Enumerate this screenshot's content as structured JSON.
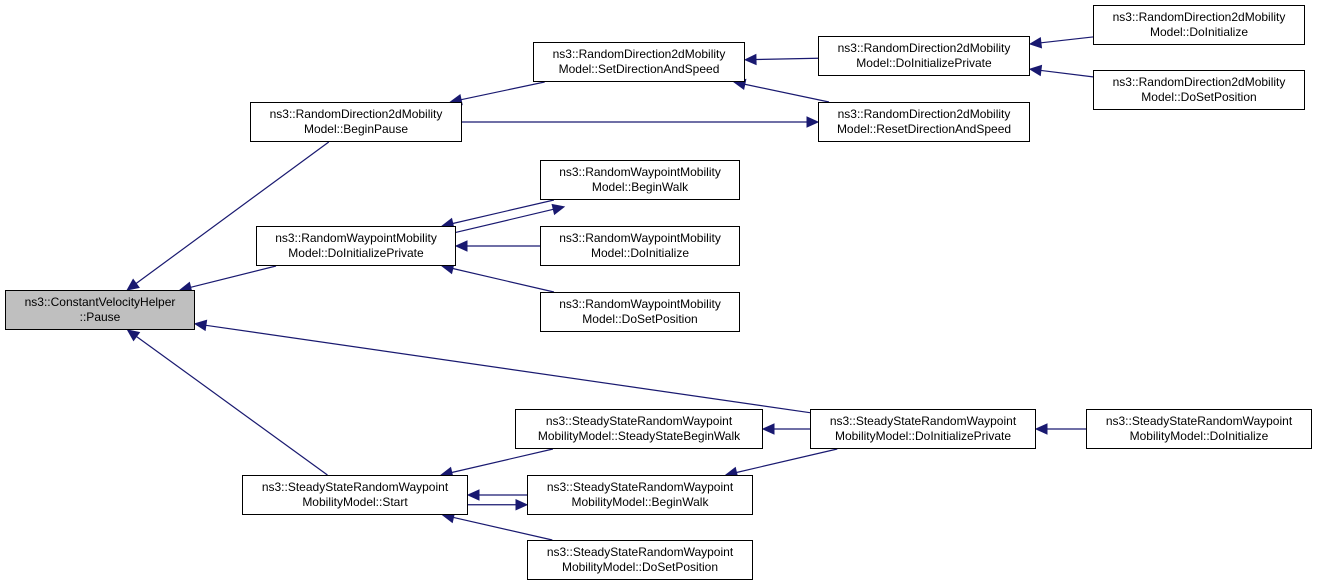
{
  "colors": {
    "edge": "#191970",
    "node_border": "#000000",
    "root_fill": "#bfbfbf",
    "node_fill": "#ffffff"
  },
  "nodes": {
    "cvh_pause": {
      "line1": "ns3::ConstantVelocityHelper",
      "line2": "::Pause"
    },
    "rd_beginpause": {
      "line1": "ns3::RandomDirection2dMobility",
      "line2": "Model::BeginPause"
    },
    "rd_setdir": {
      "line1": "ns3::RandomDirection2dMobility",
      "line2": "Model::SetDirectionAndSpeed"
    },
    "rd_doinitpriv": {
      "line1": "ns3::RandomDirection2dMobility",
      "line2": "Model::DoInitializePrivate"
    },
    "rd_doinit": {
      "line1": "ns3::RandomDirection2dMobility",
      "line2": "Model::DoInitialize"
    },
    "rd_dosetpos": {
      "line1": "ns3::RandomDirection2dMobility",
      "line2": "Model::DoSetPosition"
    },
    "rd_resetdir": {
      "line1": "ns3::RandomDirection2dMobility",
      "line2": "Model::ResetDirectionAndSpeed"
    },
    "rw_doinitpriv": {
      "line1": "ns3::RandomWaypointMobility",
      "line2": "Model::DoInitializePrivate"
    },
    "rw_beginwalk": {
      "line1": "ns3::RandomWaypointMobility",
      "line2": "Model::BeginWalk"
    },
    "rw_doinit": {
      "line1": "ns3::RandomWaypointMobility",
      "line2": "Model::DoInitialize"
    },
    "rw_dosetpos": {
      "line1": "ns3::RandomWaypointMobility",
      "line2": "Model::DoSetPosition"
    },
    "ss_start": {
      "line1": "ns3::SteadyStateRandomWaypoint",
      "line2": "MobilityModel::Start"
    },
    "ss_steadybeginwalk": {
      "line1": "ns3::SteadyStateRandomWaypoint",
      "line2": "MobilityModel::SteadyStateBeginWalk"
    },
    "ss_beginwalk": {
      "line1": "ns3::SteadyStateRandomWaypoint",
      "line2": "MobilityModel::BeginWalk"
    },
    "ss_dosetpos": {
      "line1": "ns3::SteadyStateRandomWaypoint",
      "line2": "MobilityModel::DoSetPosition"
    },
    "ss_doinitpriv": {
      "line1": "ns3::SteadyStateRandomWaypoint",
      "line2": "MobilityModel::DoInitializePrivate"
    },
    "ss_doinit": {
      "line1": "ns3::SteadyStateRandomWaypoint",
      "line2": "MobilityModel::DoInitialize"
    }
  },
  "edges": [
    {
      "from": "rd_beginpause",
      "to": "cvh_pause"
    },
    {
      "from": "rw_doinitpriv",
      "to": "cvh_pause"
    },
    {
      "from": "ss_doinitpriv",
      "to": "cvh_pause"
    },
    {
      "from": "ss_start",
      "to": "cvh_pause"
    },
    {
      "from": "rd_setdir",
      "to": "rd_beginpause"
    },
    {
      "from": "rd_beginpause",
      "to": "rd_resetdir"
    },
    {
      "from": "rd_doinitpriv",
      "to": "rd_setdir"
    },
    {
      "from": "rd_resetdir",
      "to": "rd_setdir"
    },
    {
      "from": "rd_doinit",
      "to": "rd_doinitpriv"
    },
    {
      "from": "rd_dosetpos",
      "to": "rd_doinitpriv"
    },
    {
      "from": "rw_beginwalk",
      "to": "rw_doinitpriv"
    },
    {
      "from": "rw_doinitpriv",
      "to": "rw_beginwalk"
    },
    {
      "from": "rw_doinit",
      "to": "rw_doinitpriv"
    },
    {
      "from": "rw_dosetpos",
      "to": "rw_doinitpriv"
    },
    {
      "from": "ss_steadybeginwalk",
      "to": "ss_start"
    },
    {
      "from": "ss_beginwalk",
      "to": "ss_start"
    },
    {
      "from": "ss_start",
      "to": "ss_beginwalk"
    },
    {
      "from": "ss_dosetpos",
      "to": "ss_start"
    },
    {
      "from": "ss_doinitpriv",
      "to": "ss_steadybeginwalk"
    },
    {
      "from": "ss_doinitpriv",
      "to": "ss_beginwalk"
    },
    {
      "from": "ss_doinit",
      "to": "ss_doinitpriv"
    }
  ]
}
